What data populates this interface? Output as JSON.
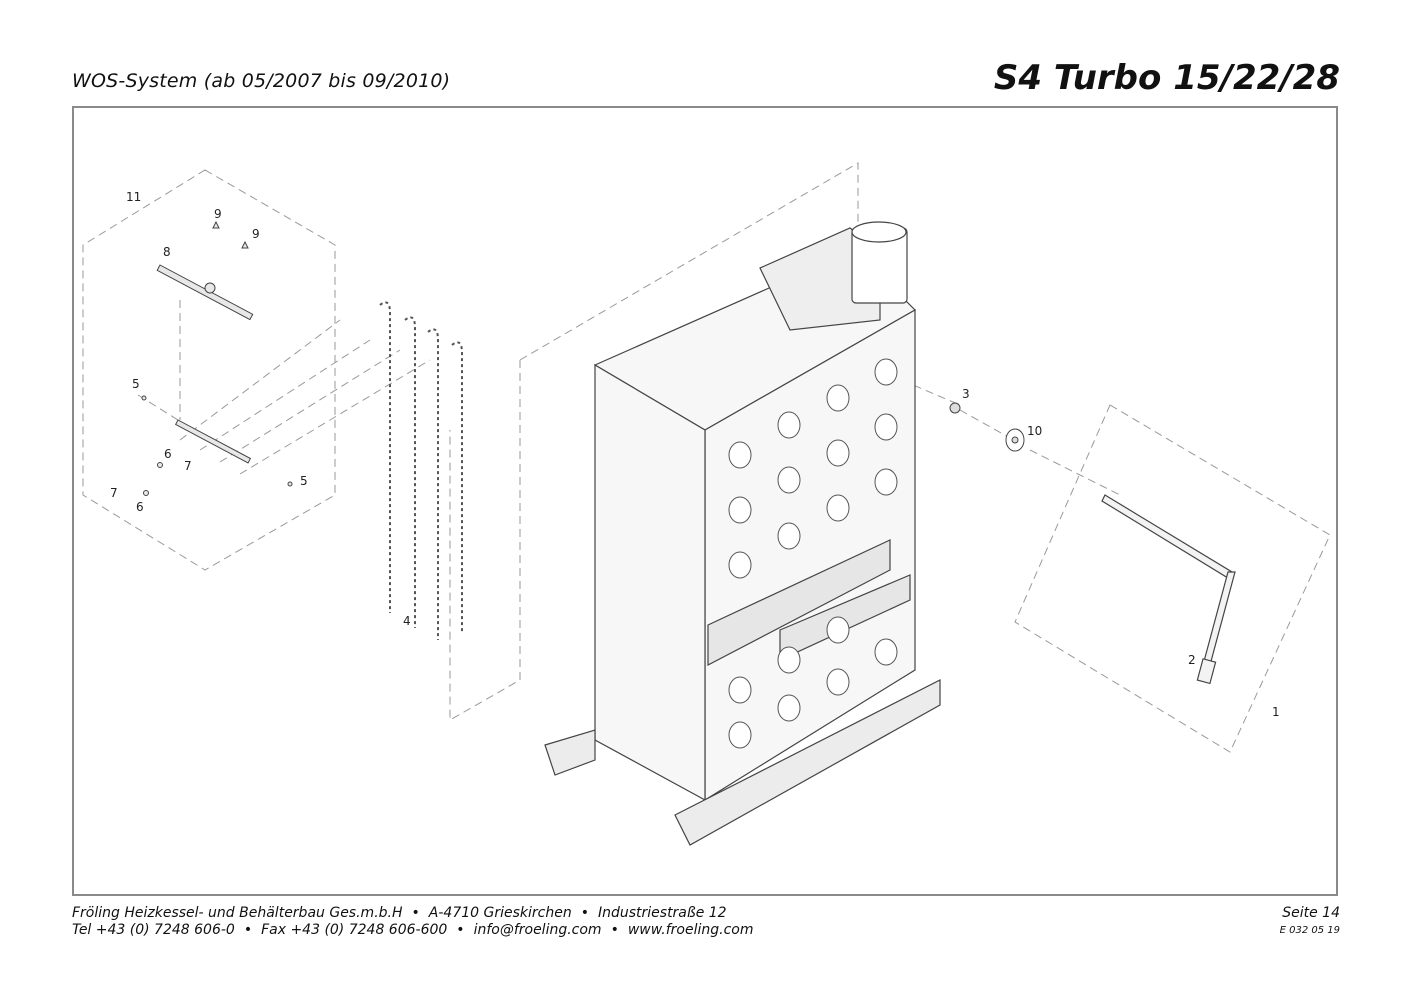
{
  "header": {
    "subtitle": "WOS-System (ab 05/2007 bis 09/2010)",
    "title": "S4 Turbo 15/22/28"
  },
  "parts": {
    "p1": "1",
    "p2": "2",
    "p3": "3",
    "p4": "4",
    "p5a": "5",
    "p5b": "5",
    "p6a": "6",
    "p6b": "6",
    "p7a": "7",
    "p7b": "7",
    "p8": "8",
    "p9a": "9",
    "p9b": "9",
    "p10": "10",
    "p11": "11"
  },
  "footer": {
    "company": "Fröling Heizkessel- und Behälterbau Ges.m.b.H",
    "address_city": "A-4710 Grieskirchen",
    "address_street": "Industriestraße 12",
    "tel": "Tel +43 (0) 7248 606-0",
    "fax": "Fax +43 (0) 7248 606-600",
    "email": "info@froeling.com",
    "web": "www.froeling.com",
    "bullet": "•",
    "page": "Seite 14",
    "doc_number": "E 032 05 19"
  }
}
